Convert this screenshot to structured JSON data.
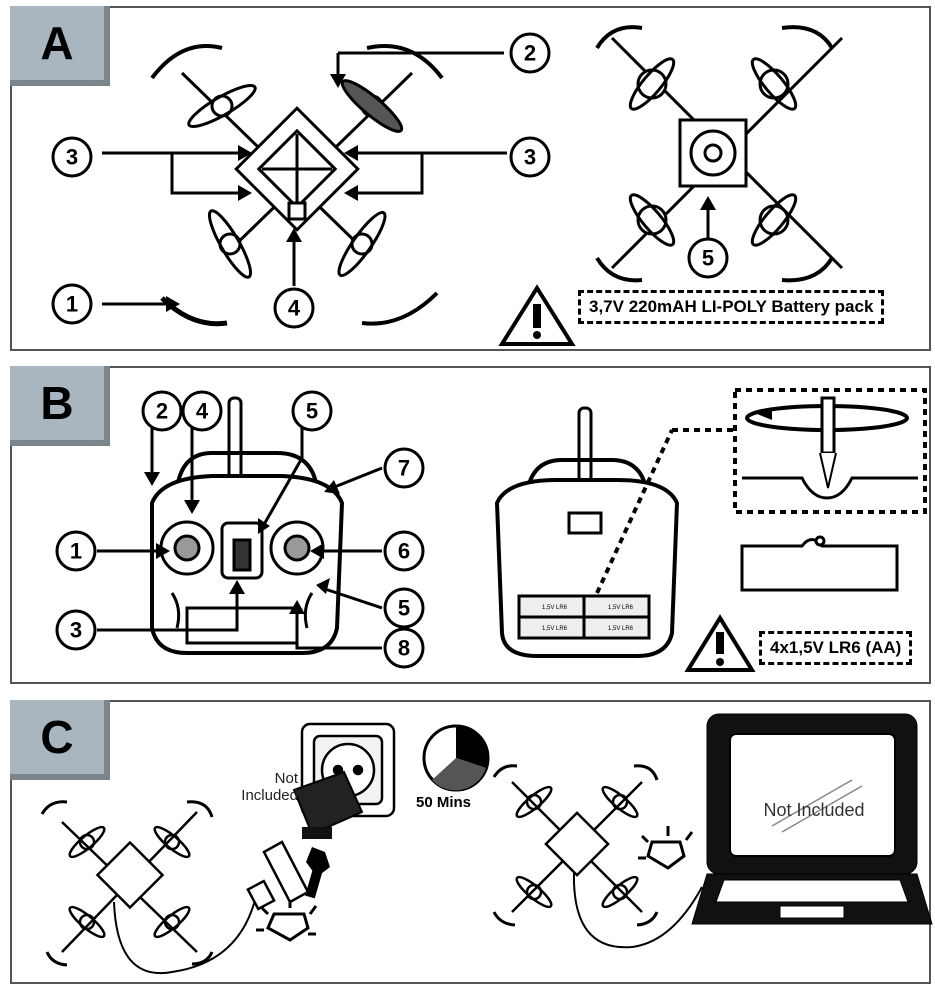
{
  "panels": {
    "a": {
      "letter": "A"
    },
    "b": {
      "letter": "B"
    },
    "c": {
      "letter": "C"
    }
  },
  "a": {
    "callouts": [
      "1",
      "2",
      "3",
      "3",
      "4",
      "5"
    ],
    "battery_label": "3,7V 220mAH LI-POLY Battery pack"
  },
  "b": {
    "callouts": [
      "1",
      "2",
      "3",
      "4",
      "5",
      "5",
      "6",
      "7",
      "8"
    ],
    "battery_label": "4x1,5V LR6 (AA)",
    "cell_label": "1,5V LR6"
  },
  "c": {
    "charger_note": "Not\nIncluded",
    "charge_time": "50 Mins",
    "laptop_note": "Not Included"
  },
  "colors": {
    "tab": "#a9b6bf",
    "tab_shadow": "#7d858c",
    "border": "#555555"
  }
}
